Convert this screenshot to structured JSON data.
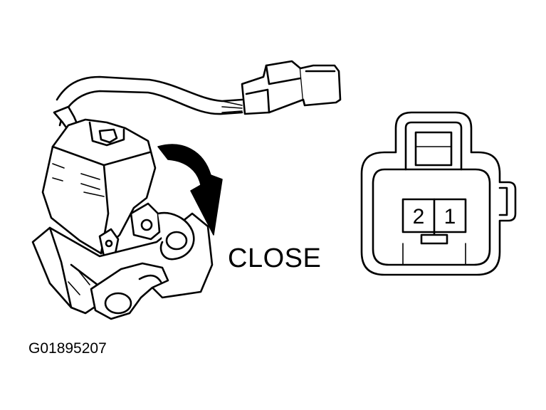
{
  "diagram": {
    "direction_label": "CLOSE",
    "figure_id": "G01895207",
    "connector_pins": [
      "2",
      "1"
    ]
  },
  "colors": {
    "line": "#000000",
    "background": "#ffffff"
  },
  "icons": {
    "arrow": "curved-arrow-icon",
    "actuator": "door-lock-actuator-icon",
    "plug": "wire-connector-plug-icon",
    "face": "connector-face-icon"
  }
}
